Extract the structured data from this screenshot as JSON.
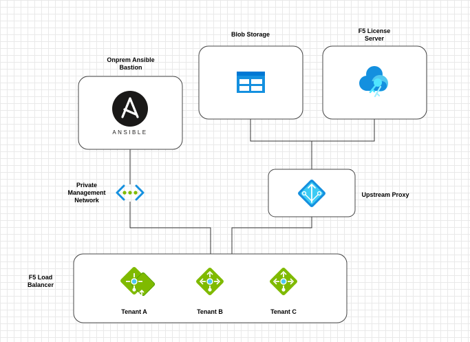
{
  "nodes": {
    "blob_storage": {
      "label": "Blob Storage"
    },
    "f5_license": {
      "label_line1": "F5 License",
      "label_line2": "Server"
    },
    "ansible": {
      "label_line1": "Onprem Ansible",
      "label_line2": "Bastion",
      "logo_text": "ANSIBLE"
    },
    "private_network": {
      "label_line1": "Private",
      "label_line2": "Management",
      "label_line3": "Network"
    },
    "upstream_proxy": {
      "label": "Upstream Proxy"
    },
    "f5_load_balancer": {
      "label_line1": "F5 Load",
      "label_line2": "Balancer"
    },
    "tenants": [
      {
        "label": "Tenant A"
      },
      {
        "label": "Tenant B"
      },
      {
        "label": "Tenant C"
      }
    ]
  },
  "icons": {
    "ansible": "ansible-logo-icon",
    "blob": "blob-storage-icon",
    "license": "key-vault-icon",
    "network": "private-network-icon",
    "proxy": "proxy-icon",
    "tenant": "load-balancer-icon"
  },
  "colors": {
    "azure_blue": "#1490df",
    "azure_light_blue": "#50e6ff",
    "green": "#7fba00",
    "dark_green": "#57a300",
    "ansible_black": "#1a1918"
  }
}
